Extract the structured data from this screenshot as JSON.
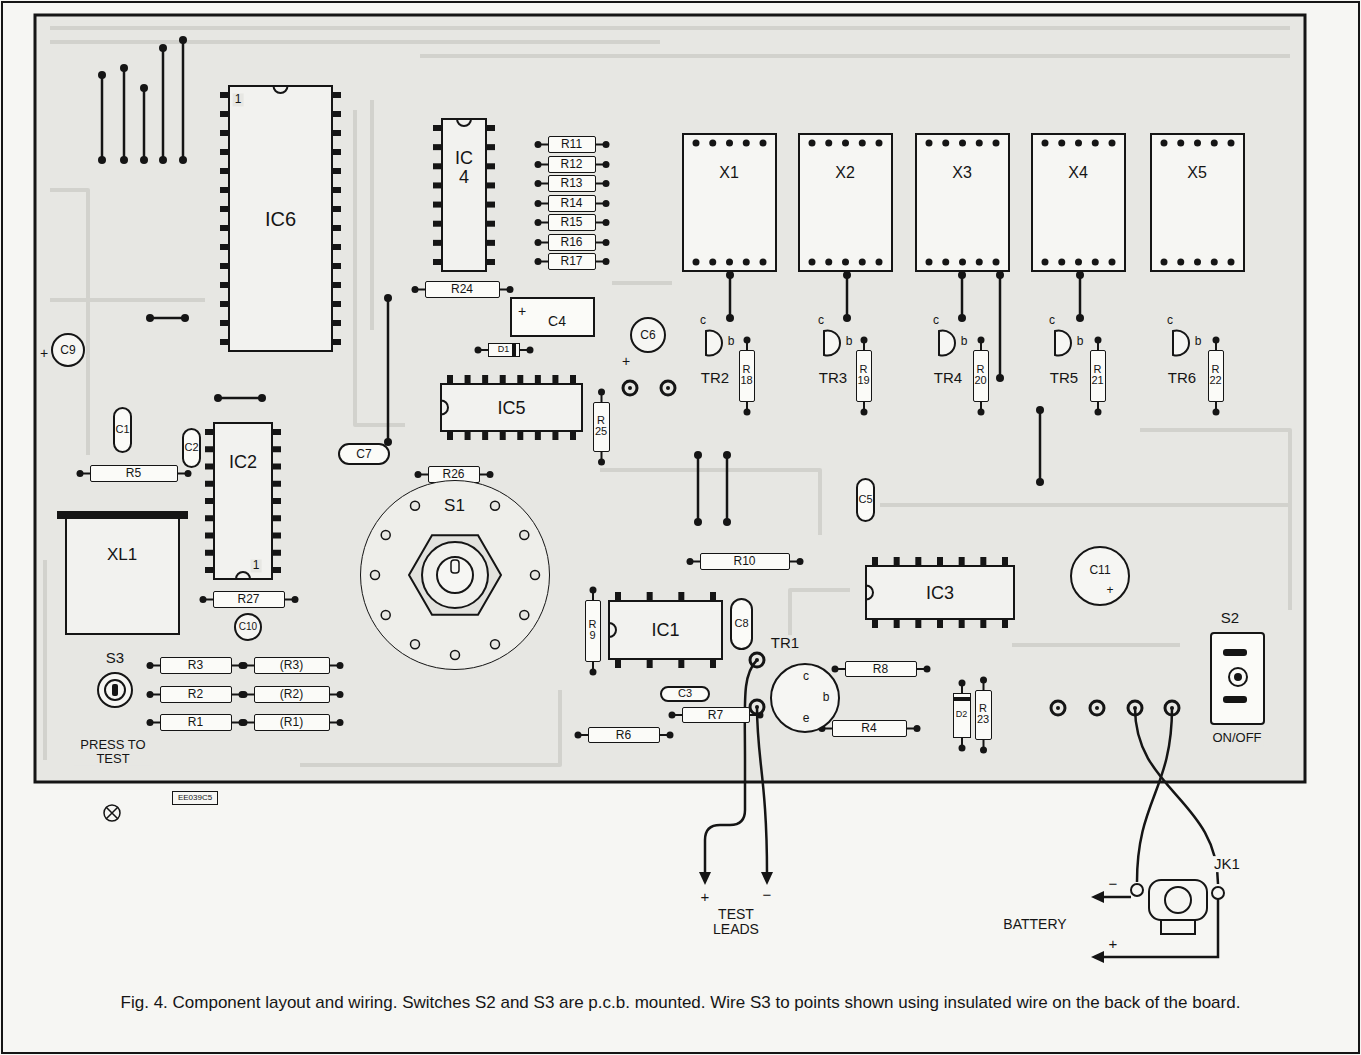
{
  "diagram": {
    "caption": "Fig. 4. Component layout and wiring. Switches S2 and S3 are p.c.b. mounted. Wire S3 to points shown using insulated wire on the back of the board.",
    "nodes": [
      {
        "text": [
          "IC6"
        ]
      },
      {
        "text": [
          "IC 4"
        ]
      },
      {
        "text": [
          "R11"
        ]
      },
      {
        "text": [
          "R12"
        ]
      },
      {
        "text": [
          "R13"
        ]
      },
      {
        "text": [
          "R14"
        ]
      },
      {
        "text": [
          "R15"
        ]
      },
      {
        "text": [
          "R16"
        ]
      },
      {
        "text": [
          "R17"
        ]
      },
      {
        "text": [
          "X1"
        ]
      },
      {
        "text": [
          "X2"
        ]
      },
      {
        "text": [
          "X3"
        ]
      },
      {
        "text": [
          "X4"
        ]
      },
      {
        "text": [
          "X5"
        ]
      },
      {
        "text": [
          "R24"
        ]
      },
      {
        "text": [
          "+",
          "C4"
        ]
      },
      {
        "text": [
          "D1"
        ]
      },
      {
        "text": [
          "C6"
        ]
      },
      {
        "text": [
          "IC5"
        ]
      },
      {
        "text": [
          "R 25"
        ]
      },
      {
        "text": [
          "TR2"
        ]
      },
      {
        "text": [
          "R 18"
        ]
      },
      {
        "text": [
          "TR3"
        ]
      },
      {
        "text": [
          "R 19"
        ]
      },
      {
        "text": [
          "TR4"
        ]
      },
      {
        "text": [
          "R 20"
        ]
      },
      {
        "text": [
          "TR5"
        ]
      },
      {
        "text": [
          "R 21"
        ]
      },
      {
        "text": [
          "TR6"
        ]
      },
      {
        "text": [
          "R 22"
        ]
      },
      {
        "text": [
          "C9"
        ]
      },
      {
        "text": [
          "C1"
        ]
      },
      {
        "text": [
          "C2"
        ]
      },
      {
        "text": [
          "R5"
        ]
      },
      {
        "text": [
          "IC2"
        ]
      },
      {
        "text": [
          "C7"
        ]
      },
      {
        "text": [
          "R26"
        ]
      },
      {
        "text": [
          "XL1"
        ]
      },
      {
        "text": [
          "S1"
        ]
      },
      {
        "text": [
          "R27"
        ]
      },
      {
        "text": [
          "C10"
        ]
      },
      {
        "text": [
          "S3",
          "PRESS TO TEST"
        ]
      },
      {
        "text": [
          "R3"
        ]
      },
      {
        "text": [
          "(R3)"
        ]
      },
      {
        "text": [
          "R2"
        ]
      },
      {
        "text": [
          "(R2)"
        ]
      },
      {
        "text": [
          "R1"
        ]
      },
      {
        "text": [
          "(R1)"
        ]
      },
      {
        "text": [
          "R10"
        ]
      },
      {
        "text": [
          "C5"
        ]
      },
      {
        "text": [
          "IC3"
        ]
      },
      {
        "text": [
          "C11",
          "+"
        ]
      },
      {
        "text": [
          "R 9"
        ]
      },
      {
        "text": [
          "IC1"
        ]
      },
      {
        "text": [
          "C8"
        ]
      },
      {
        "text": [
          "TR1"
        ]
      },
      {
        "text": [
          "R8"
        ]
      },
      {
        "text": [
          "C3"
        ]
      },
      {
        "text": [
          "R7"
        ]
      },
      {
        "text": [
          "R6"
        ]
      },
      {
        "text": [
          "R4"
        ]
      },
      {
        "text": [
          "D2"
        ]
      },
      {
        "text": [
          "R 23"
        ]
      },
      {
        "text": [
          "S2",
          "ON/OFF"
        ]
      },
      {
        "text": [
          "JK1"
        ]
      },
      {
        "text": [
          "EE039C5"
        ]
      }
    ],
    "labels": [
      "1",
      "1",
      "+",
      "+",
      "c",
      "b",
      "c",
      "b",
      "c",
      "b",
      "c",
      "b",
      "c",
      "b",
      "c",
      "b",
      "e",
      "+",
      "−",
      "TEST LEADS",
      "BATTERY",
      "−",
      "+"
    ]
  }
}
